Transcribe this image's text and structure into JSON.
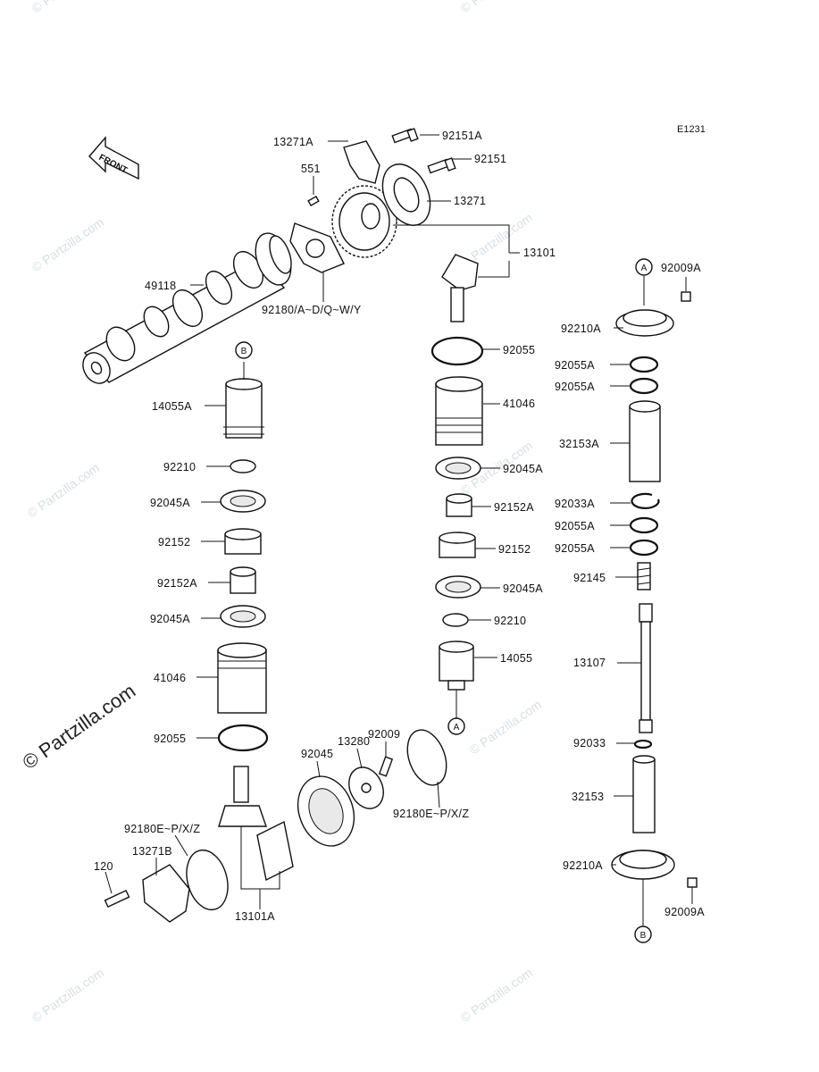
{
  "diagram_code": "E1231",
  "front_label": "FRONT",
  "watermark": "© Partzilla.com",
  "parts": {
    "p13271A": "13271A",
    "p92151A": "92151A",
    "p92151": "92151",
    "p551": "551",
    "p13271": "13271",
    "p13101": "13101",
    "p49118": "49118",
    "p92180AW": "92180/A~D/Q~W/Y",
    "pR_92055": "92055",
    "pR_41046": "41046",
    "pR_92045A_1": "92045A",
    "pR_92152A": "92152A",
    "pR_92152": "92152",
    "pR_92045A_2": "92045A",
    "pR_92210": "92210",
    "pR_14055": "14055",
    "pL_14055A": "14055A",
    "pL_92210": "92210",
    "pL_92045A_1": "92045A",
    "pL_92152": "92152",
    "pL_92152A": "92152A",
    "pL_92045A_2": "92045A",
    "pL_41046": "41046",
    "pL_92055": "92055",
    "p92009": "92009",
    "p13280": "13280",
    "p92045": "92045",
    "p92180EZ_1": "92180E~P/X/Z",
    "p92180EZ_2": "92180E~P/X/Z",
    "p13271B": "13271B",
    "p120": "120",
    "p13101A": "13101A",
    "pF_92009A_1": "92009A",
    "pF_92210A_1": "92210A",
    "pF_92055A_1": "92055A",
    "pF_92055A_2": "92055A",
    "pF_32153A": "32153A",
    "pF_92033A": "92033A",
    "pF_92055A_3": "92055A",
    "pF_92055A_4": "92055A",
    "pF_92145": "92145",
    "pF_13107": "13107",
    "pF_92033": "92033",
    "pF_32153": "32153",
    "pF_92210A_2": "92210A",
    "pF_92009A_2": "92009A"
  },
  "refs": {
    "a_top": "A",
    "a_mid": "A",
    "b_left": "B",
    "b_bottom": "B"
  }
}
